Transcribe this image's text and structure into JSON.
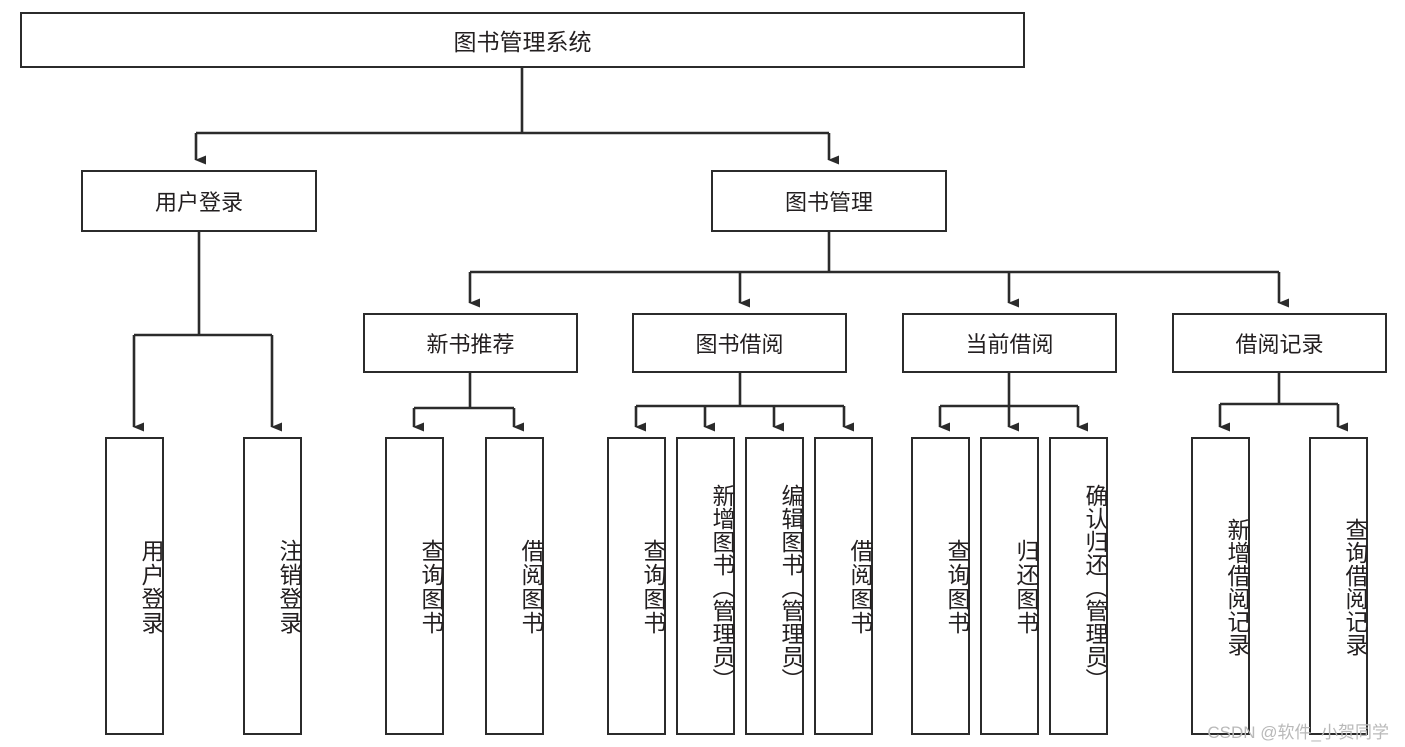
{
  "diagram": {
    "title": "图书管理系统",
    "type": "tree",
    "colors": {
      "stroke": "#2b2b2b",
      "fill": "#ffffff",
      "text": "#231f20",
      "watermark": "#b9b9b9"
    },
    "root": {
      "label": "图书管理系统"
    },
    "level1": [
      {
        "label": "用户登录"
      },
      {
        "label": "图书管理"
      }
    ],
    "level2": [
      {
        "label": "新书推荐"
      },
      {
        "label": "图书借阅"
      },
      {
        "label": "当前借阅"
      },
      {
        "label": "借阅记录"
      }
    ],
    "leaves": {
      "user_login": [
        {
          "label": "用户登录"
        },
        {
          "label": "注销登录"
        }
      ],
      "new_book": [
        {
          "label": "查询图书"
        },
        {
          "label": "借阅图书"
        }
      ],
      "book_borrow": [
        {
          "label": "查询图书"
        },
        {
          "label": "新增图书（管理员）"
        },
        {
          "label": "编辑图书（管理员）"
        },
        {
          "label": "借阅图书"
        }
      ],
      "current_borrow": [
        {
          "label": "查询图书"
        },
        {
          "label": "归还图书"
        },
        {
          "label": "确认归还（管理员）"
        }
      ],
      "borrow_record": [
        {
          "label": "新增借阅记录"
        },
        {
          "label": "查询借阅记录"
        }
      ]
    }
  },
  "watermark": {
    "text": "CSDN @软件_小贺同学"
  }
}
